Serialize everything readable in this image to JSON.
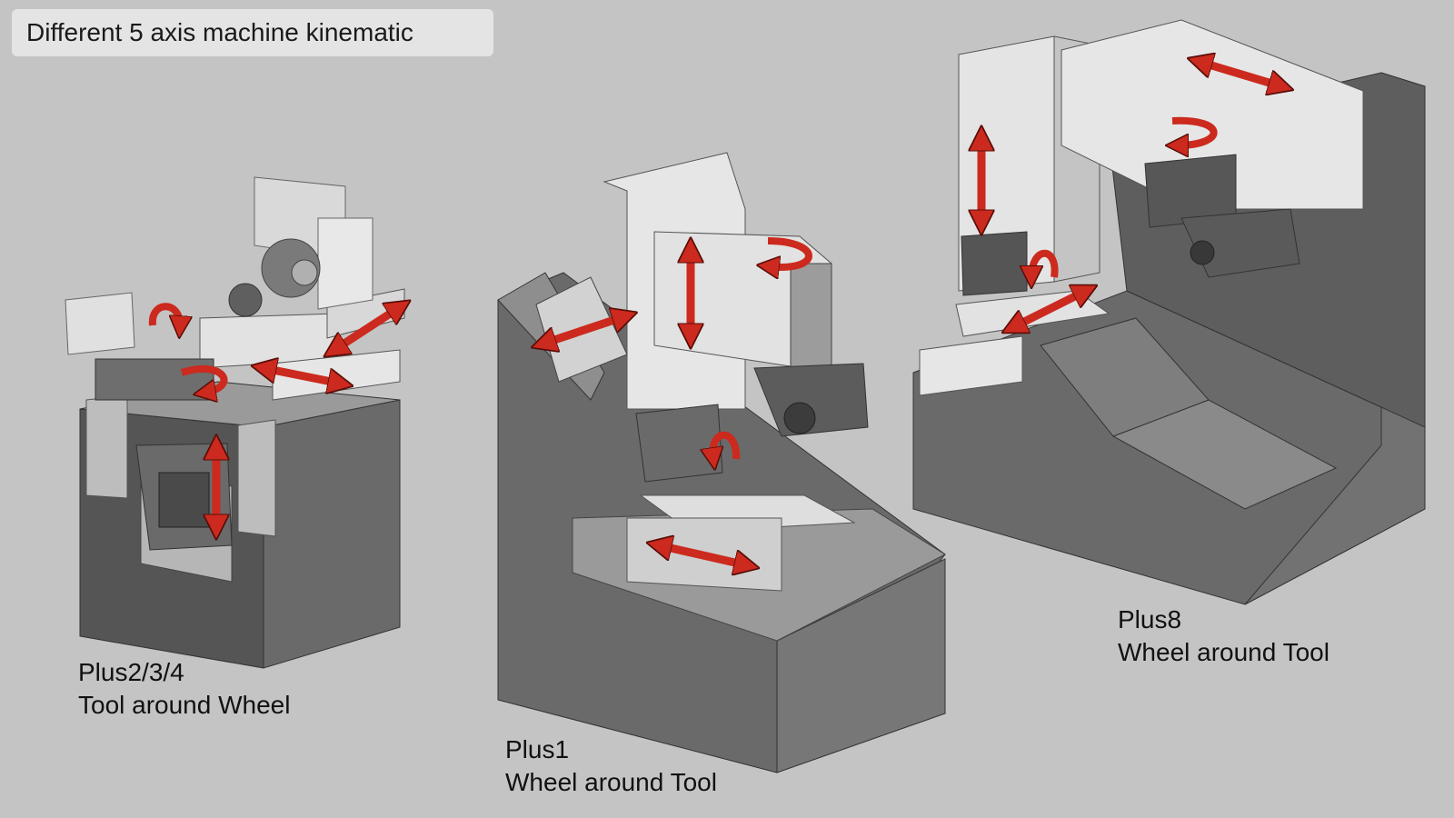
{
  "title": "Different 5 axis machine kinematic",
  "machines": [
    {
      "model": "Plus2/3/4",
      "kinematic": "Tool around Wheel"
    },
    {
      "model": "Plus1",
      "kinematic": "Wheel around Tool"
    },
    {
      "model": "Plus8",
      "kinematic": "Wheel around Tool"
    }
  ],
  "colors": {
    "background": "#c4c4c4",
    "arrow": "#cc2a1e",
    "body_dark": "#5a5a5a",
    "body_mid": "#8a8a8a",
    "body_light": "#e6e6e6"
  }
}
